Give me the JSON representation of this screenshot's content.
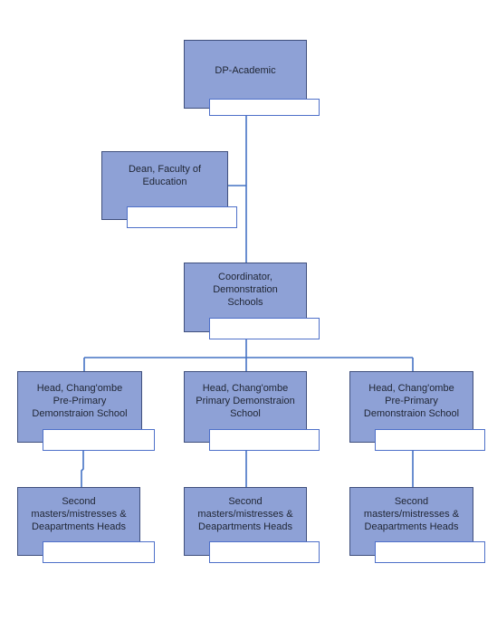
{
  "colors": {
    "node_fill": "#8ea1d6",
    "node_border": "#3f4f7d",
    "connector": "#4472c4",
    "subbox_border": "#4e70c9"
  },
  "nodes": {
    "dp_academic": "DP-Academic",
    "dean": "Dean, Faculty of\nEducation",
    "coordinator": "Coordinator,\nDemonstration\nSchools",
    "head_left": "Head, Chang'ombe\nPre-Primary\nDemonstraion School",
    "head_middle": "Head, Chang'ombe\nPrimary Demonstraion\nSchool",
    "head_right": "Head, Chang'ombe\nPre-Primary\nDemonstraion School",
    "second_left": "Second\nmasters/mistresses &\nDeapartments Heads",
    "second_middle": "Second\nmasters/mistresses &\nDeapartments Heads",
    "second_right": "Second\nmasters/mistresses &\nDeapartments Heads"
  }
}
